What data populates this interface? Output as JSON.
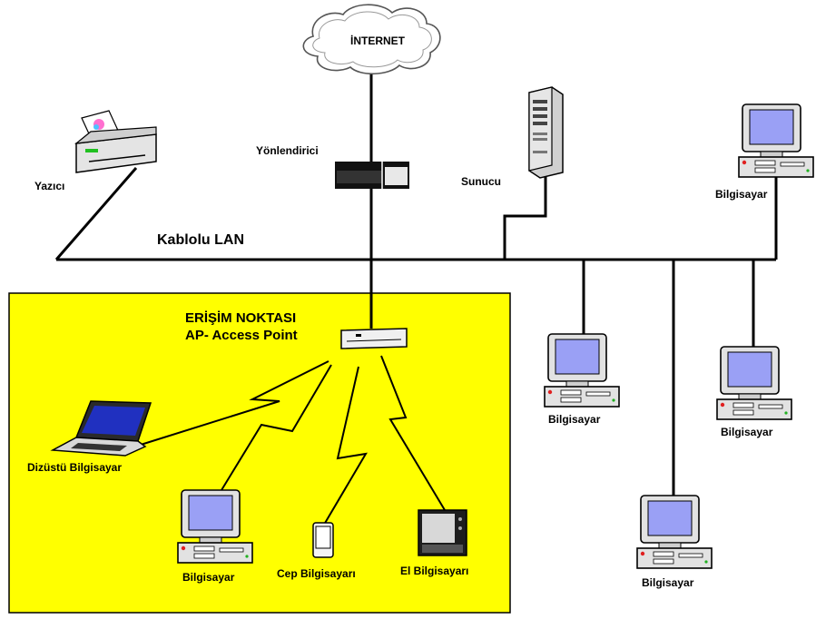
{
  "internet": "İNTERNET",
  "router": "Yönlendirici",
  "server": "Sunucu",
  "printer": "Yazıcı",
  "wired_lan": "Kablolu LAN",
  "access_point": {
    "line1": "ERİŞİM NOKTASI",
    "line2": "AP- Access Point"
  },
  "laptop": "Dizüstü Bilgisayar",
  "desktop": "Bilgisayar",
  "pda": "Cep Bilgisayarı",
  "handheld": "El Bilgisayarı",
  "colors": {
    "wireless_zone": "#ffff00",
    "monitor_screen": "#9aa0f5",
    "device_body": "#e0e0e0"
  },
  "icons": [
    "cloud-icon",
    "router-icon",
    "server-icon",
    "printer-icon",
    "access-point-icon",
    "laptop-icon",
    "desktop-computer-icon",
    "pda-icon",
    "handheld-icon"
  ]
}
